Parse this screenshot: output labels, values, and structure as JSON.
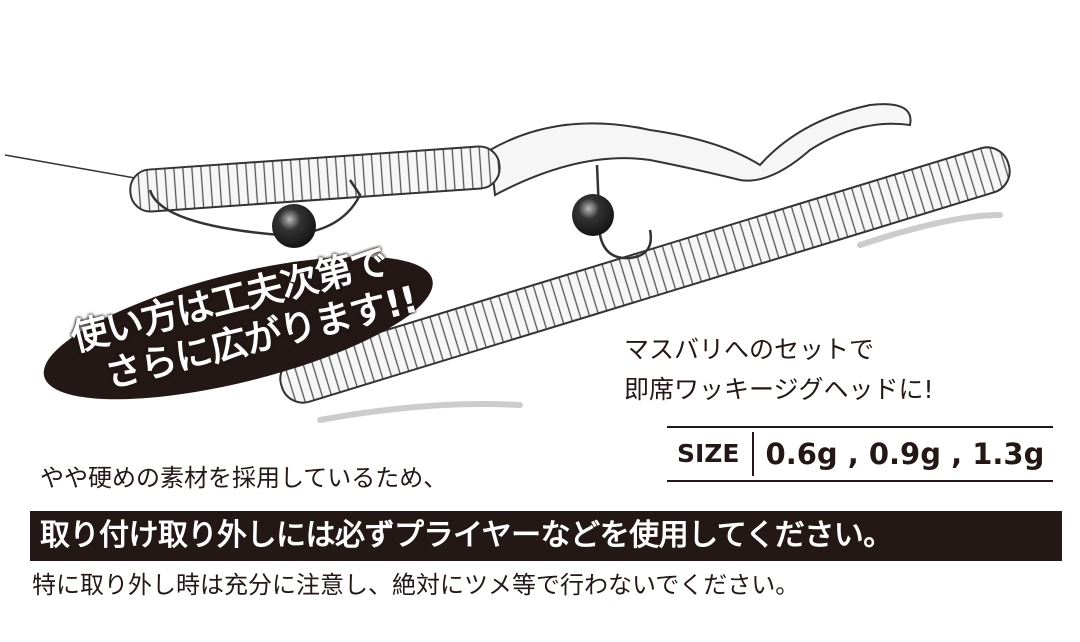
{
  "badge": {
    "line1": "使い方は工夫次第で",
    "line2": "さらに広がります!!"
  },
  "note": {
    "line1": "マスバリへのセットで",
    "line2": "即席ワッキージグヘッドに!"
  },
  "size": {
    "label": "SIZE",
    "values": "0.6g , 0.9g , 1.3g"
  },
  "caution": {
    "line1": "やや硬めの素材を採用しているため、",
    "highlight": "取り付け取り外しには必ずプライヤーなどを使用してください。",
    "line3": "特に取り外し時は充分に注意し、絶対にツメ等で行わないでください。"
  },
  "colors": {
    "ink": "#231815",
    "worm": "#f4f4f4"
  }
}
